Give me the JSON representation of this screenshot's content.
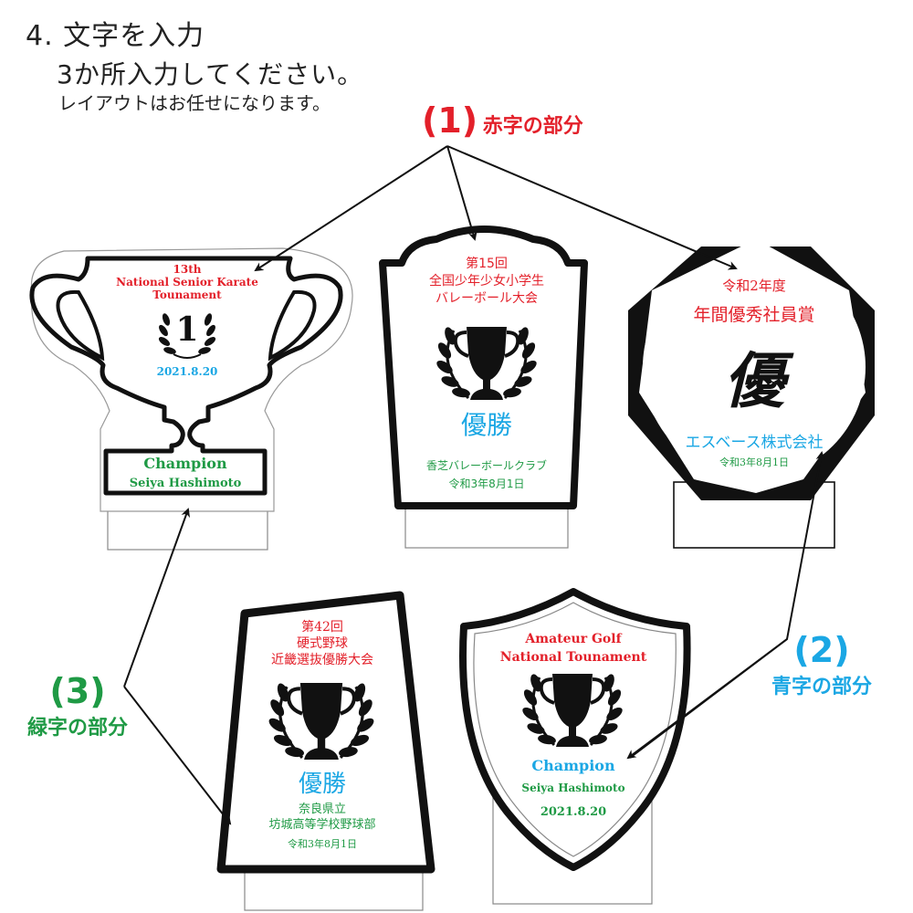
{
  "header": {
    "title": "4. 文字を入力",
    "line1": "3か所入力してください。",
    "line2": "レイアウトはお任せになります。"
  },
  "callouts": [
    {
      "number": "(1)",
      "label": "赤字の部分",
      "color": "#e3202a"
    },
    {
      "number": "(2)",
      "label": "青字の部分",
      "color": "#1ba7e4"
    },
    {
      "number": "(3)",
      "label": "緑字の部分",
      "color": "#1f9a45"
    }
  ],
  "colors": {
    "red": "#e3202a",
    "blue": "#1ba7e4",
    "green": "#1f9a45",
    "outline": "#1a1a1a"
  },
  "trophies": {
    "cup": {
      "shape": "cup",
      "red": [
        "13th",
        "National Senior Karate",
        "Tounament"
      ],
      "emblem": "1",
      "blue": "2021.8.20",
      "green": [
        "Champion",
        "Seiya Hashimoto"
      ]
    },
    "arch": {
      "shape": "arch",
      "red": [
        "第15回",
        "全国少年少女小学生",
        "バレーボール大会"
      ],
      "blue": "優勝",
      "green": [
        "香芝バレーボールクラブ",
        "令和3年8月1日"
      ]
    },
    "octagon": {
      "shape": "octagon",
      "red": [
        "令和2年度",
        "年間優秀社員賞"
      ],
      "emblem": "優",
      "blue": "エスベース株式会社",
      "green": [
        "令和3年8月1日"
      ]
    },
    "trapezoid": {
      "shape": "trapezoid",
      "red": [
        "第42回",
        "硬式野球",
        "近畿選抜優勝大会"
      ],
      "blue": "優勝",
      "green": [
        "奈良県立",
        "坊城高等学校野球部",
        "令和3年8月1日"
      ]
    },
    "shield": {
      "shape": "shield",
      "red": [
        "Amateur Golf",
        "National Tounament"
      ],
      "blue": "Champion",
      "green": [
        "Seiya Hashimoto",
        "2021.8.20"
      ]
    }
  }
}
